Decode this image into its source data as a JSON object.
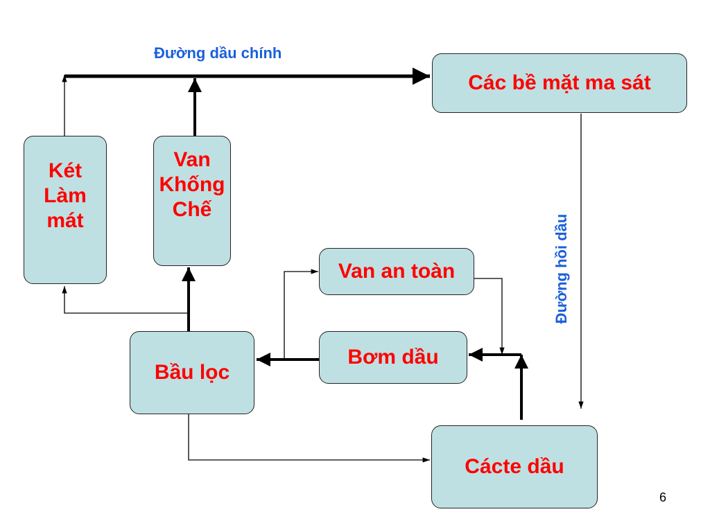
{
  "slide": {
    "page_number": "6"
  },
  "diagram": {
    "nodes": {
      "friction_surfaces": "Các bề mặt ma sát",
      "cooler": "Két\nLàm\nmát",
      "control_valve": "Van\nKhống\nChế",
      "safety_valve": "Van an toàn",
      "filter": "Bầu lọc",
      "pump": "Bơm dầu",
      "crankcase": "Cácte dầu"
    },
    "labels": {
      "main_line": "Đường dầu chính",
      "return_line": "Đường hồi dầu"
    },
    "colors": {
      "box_fill": "#bfe0e2",
      "box_text": "#ff0000",
      "label_text": "#1a5fdc"
    }
  }
}
